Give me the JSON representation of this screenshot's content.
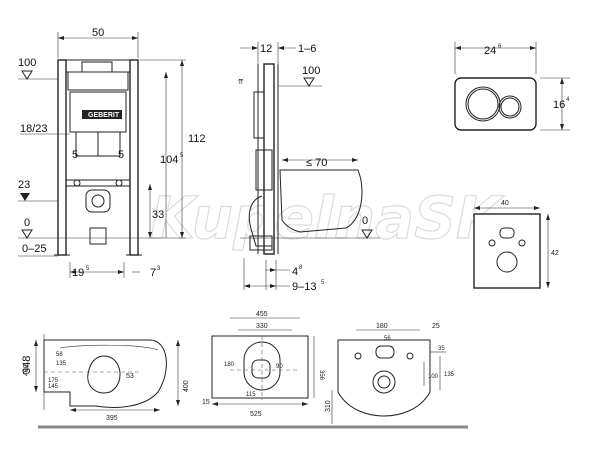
{
  "watermark": "KupelnaSK",
  "front_view": {
    "width": "50",
    "height_total": "112",
    "height_frame": "104",
    "height_frame_sup": "5",
    "level_100": "100",
    "bolt_spacing": "18/23",
    "offset_left": "5",
    "offset_right": "5",
    "level_23": "23",
    "level_0": "0",
    "range_bottom": "0–25",
    "inlet_height": "33",
    "foot_spacing": "19",
    "foot_spacing_sup": "5",
    "foot_offset": "7",
    "foot_offset_sup": "3"
  },
  "side_view": {
    "depth": "12",
    "wall_range": "1–6",
    "level_100": "100",
    "bowl_projection": "≤ 70",
    "level_0": "0",
    "foot_depth": "4",
    "foot_depth_sup": "8",
    "foot_range": "9–13",
    "foot_range_sup": "5"
  },
  "flush_plate": {
    "width": "24",
    "width_sup": "6",
    "height": "16",
    "height_sup": "4"
  },
  "mounting_plate": {
    "width": "40",
    "height": "42"
  },
  "wc_side": {
    "height": "400",
    "mount_height": "348",
    "length": "395",
    "dim_53": "53",
    "dim_58": "58",
    "dim_135": "135",
    "dim_145": "145",
    "dim_175": "175"
  },
  "wc_top": {
    "outer_width": "455",
    "inner_width": "330",
    "depth": "356",
    "length": "525",
    "dim_180": "180",
    "dim_90": "90",
    "dim_115": "115",
    "dim_15": "15"
  },
  "wc_rear": {
    "width_180": "180",
    "dim_25": "25",
    "dim_56": "56",
    "dim_35": "35",
    "dim_100": "100",
    "dim_135": "135",
    "height_310": "310"
  }
}
